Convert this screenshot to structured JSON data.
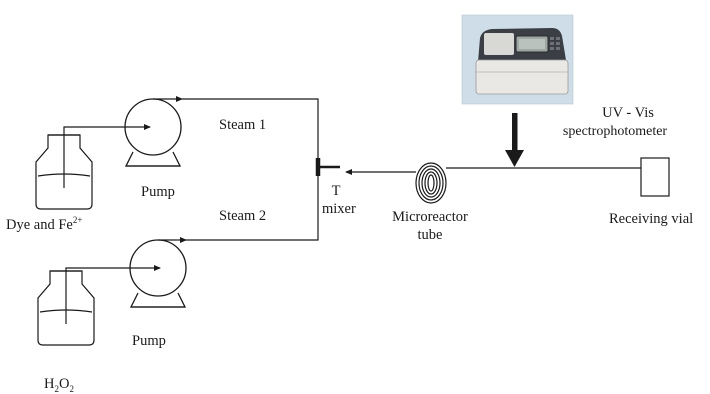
{
  "labels": {
    "pump_top": "Pump",
    "pump_bottom": "Pump",
    "stream_1": "Steam 1",
    "stream_2": "Steam 2",
    "t_line1": "T",
    "t_line2": "mixer",
    "microreactor_line1": "Microreactor",
    "microreactor_line2": "tube",
    "uvvis_line1": "UV - Vis",
    "uvvis_line2": "spectrophotometer",
    "receiving_vial": "Receiving vial",
    "reagent_1_base": "Dye and Fe",
    "reagent_1_sup": "2+",
    "reagent_2_a": "H",
    "reagent_2_sub1": "2",
    "reagent_2_b": "O",
    "reagent_2_sub2": "2"
  },
  "icons": {
    "bottle": "reagent-bottle-icon",
    "pump": "peristaltic-pump-icon",
    "coil": "coiled-tube-icon",
    "instrument": "spectrophotometer-photo",
    "vial": "receiving-vial-icon"
  },
  "colors": {
    "line": "#1a1a1a",
    "instrument_bg": "#cfdde8"
  }
}
